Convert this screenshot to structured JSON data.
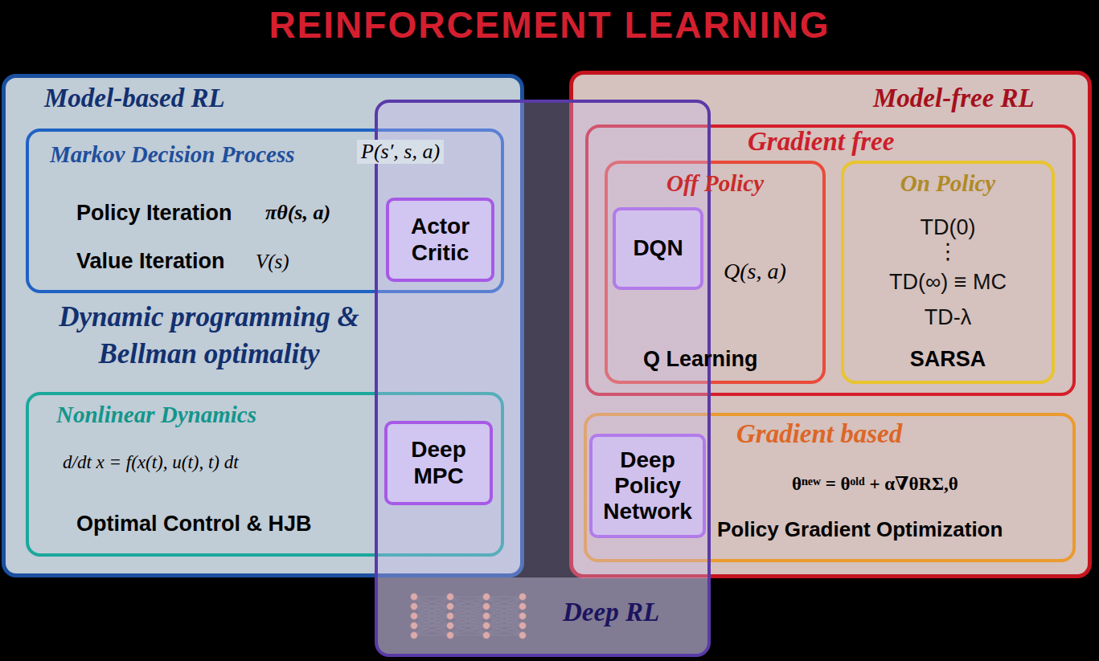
{
  "diagram": {
    "title": "REINFORCEMENT LEARNING",
    "nodes": [
      {
        "text": [
          "Model-based RL",
          "Dynamic programming & Bellman optimality"
        ]
      },
      {
        "text": [
          "Markov Decision Process",
          "P(s′, s, a)",
          "Policy Iteration",
          "πθ(s, a)",
          "Value Iteration",
          "V(s)"
        ],
        "in": 0
      },
      {
        "text": [
          "Nonlinear Dynamics",
          "d/dt x = f(x(t), u(t), t) dt",
          "Optimal Control & HJB"
        ],
        "in": 0
      },
      {
        "text": [
          "Model-free RL"
        ]
      },
      {
        "text": [
          "Gradient free"
        ],
        "in": 3
      },
      {
        "text": [
          "Off Policy",
          "Q(s, a)",
          "Q Learning"
        ],
        "in": 4
      },
      {
        "text": [
          "DQN"
        ],
        "in": 5
      },
      {
        "text": [
          "On Policy",
          "TD(0)",
          "⋮",
          "TD(∞) ≡ MC",
          "TD-λ",
          "SARSA"
        ],
        "in": 4
      },
      {
        "text": [
          "Gradient based",
          "θⁿᵉʷ = θᵒˡᵈ + α∇θRΣ,θ",
          "Policy Gradient Optimization"
        ],
        "in": 3
      },
      {
        "text": [
          "Deep Policy Network"
        ],
        "in": 8
      },
      {
        "text": [
          "Deep RL"
        ]
      },
      {
        "text": [
          "Actor Critic"
        ],
        "in": 10
      },
      {
        "text": [
          "Deep MPC"
        ],
        "in": 10
      }
    ]
  }
}
